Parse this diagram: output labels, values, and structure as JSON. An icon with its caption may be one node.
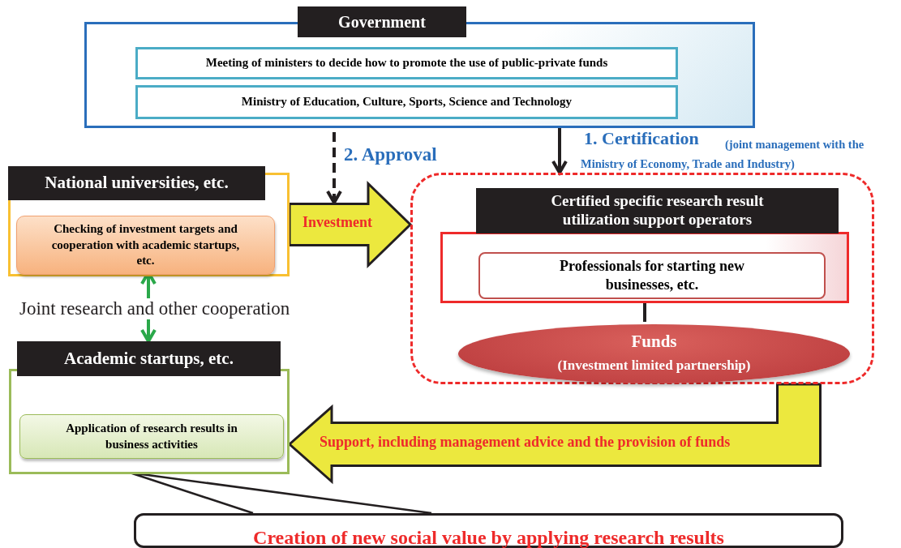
{
  "diagram": {
    "nodes": [
      {
        "text": [
          "Government"
        ]
      },
      {
        "text": [
          "Meeting of ministers to decide how to promote the use of public-private funds"
        ],
        "in": 0
      },
      {
        "text": [
          "Ministry of Education, Culture, Sports, Science and Technology"
        ],
        "in": 0
      },
      {
        "text": [
          "National universities, etc."
        ]
      },
      {
        "text": [
          "Checking of investment targets and cooperation with academic startups, etc."
        ],
        "in": 3
      },
      {
        "text": [],
        "shape": "box"
      },
      {
        "text": [
          "Certified specific research result utilization support operators"
        ],
        "in": 5
      },
      {
        "text": [
          "Professionals for starting new businesses, etc."
        ],
        "in": 6
      },
      {
        "text": [
          "Funds",
          "(Investment limited partnership)"
        ],
        "in": 5
      },
      {
        "text": [
          "Academic startups, etc."
        ]
      },
      {
        "text": [
          "Application of research results in business activities"
        ],
        "in": 9
      },
      {
        "text": [
          "Creation of new social value by applying research results"
        ]
      }
    ],
    "edges": [
      {
        "from": 2,
        "to": null,
        "arrow": "to",
        "style": "dashed",
        "label": "2. Approval"
      },
      {
        "from": 2,
        "to": 5,
        "arrow": "to",
        "label": "1. Certification"
      },
      {
        "from": 3,
        "to": 5,
        "arrow": "to",
        "style": "thick",
        "color": "#ece83e",
        "label": "Investment"
      },
      {
        "from": 7,
        "to": 8,
        "arrow": "none"
      },
      {
        "from": 4,
        "to": 9,
        "arrow": "both",
        "color": "#2aa84a",
        "label": "Joint research and other cooperation"
      },
      {
        "from": 5,
        "to": 9,
        "arrow": "to",
        "style": "thick",
        "color": "#ece83e",
        "label": "Support, including management advice and the provision of funds"
      },
      {
        "from": 11,
        "to": 9,
        "arrow": "none"
      }
    ],
    "labels": [
      "(joint management with the Ministry of Economy, Trade and Industry)"
    ]
  }
}
